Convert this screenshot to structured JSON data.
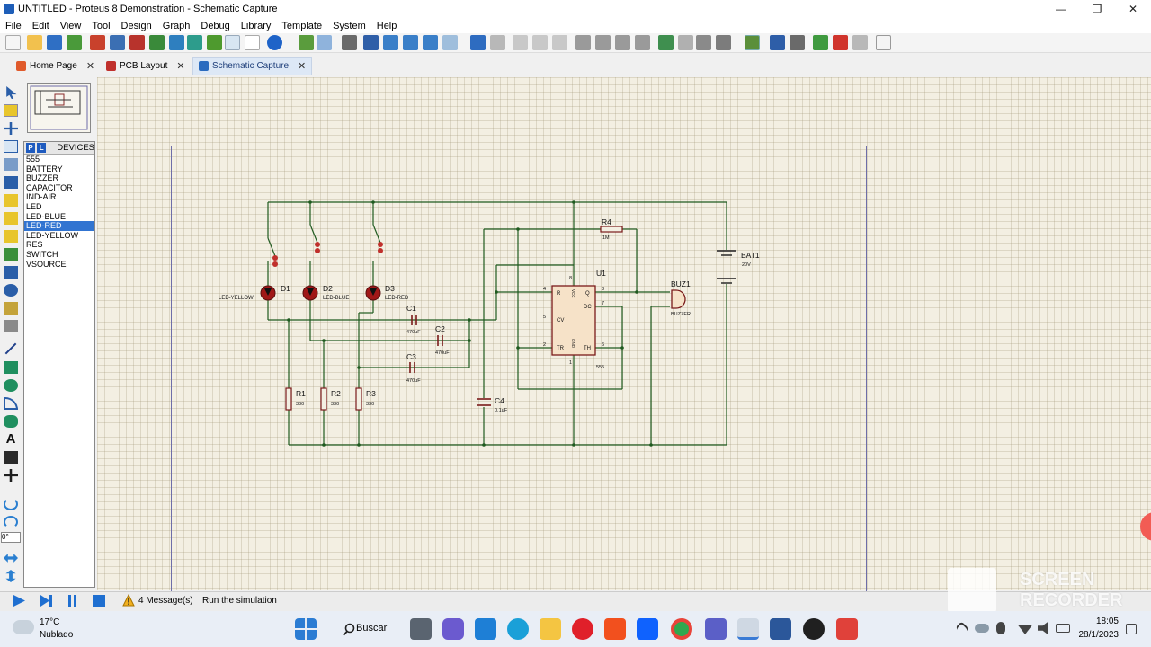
{
  "window": {
    "title": "UNTITLED - Proteus 8 Demonstration - Schematic Capture",
    "minimize": "—",
    "maximize": "❐",
    "close": "✕"
  },
  "menu": [
    "File",
    "Edit",
    "View",
    "Tool",
    "Design",
    "Graph",
    "Debug",
    "Library",
    "Template",
    "System",
    "Help"
  ],
  "tabs": [
    {
      "label": "Home Page",
      "close": "✕",
      "color": "#e05a2b"
    },
    {
      "label": "PCB Layout",
      "close": "✕",
      "color": "#c0302c"
    },
    {
      "label": "Schematic Capture",
      "close": "✕",
      "color": "#2a6bbf"
    }
  ],
  "devices": {
    "p_button": "P",
    "l_button": "L",
    "label": "DEVICES",
    "items": [
      "555",
      "BATTERY",
      "BUZZER",
      "CAPACITOR",
      "IND-AIR",
      "LED",
      "LED-BLUE",
      "LED-RED",
      "LED-YELLOW",
      "RES",
      "SWITCH",
      "VSOURCE"
    ],
    "selected": "LED-RED"
  },
  "rotation_field": "0°",
  "schematic": {
    "leds": [
      {
        "ref": "D1",
        "type": "LED-YELLOW"
      },
      {
        "ref": "D2",
        "type": "LED-BLUE"
      },
      {
        "ref": "D3",
        "type": "LED-RED"
      }
    ],
    "caps": [
      {
        "ref": "C1",
        "value": "470uF"
      },
      {
        "ref": "C2",
        "value": "470uF"
      },
      {
        "ref": "C3",
        "value": "470uF"
      },
      {
        "ref": "C4",
        "value": "0,1uF"
      }
    ],
    "resistors": [
      {
        "ref": "R1",
        "value": "330"
      },
      {
        "ref": "R2",
        "value": "330"
      },
      {
        "ref": "R3",
        "value": "330"
      },
      {
        "ref": "R4",
        "value": "1M"
      }
    ],
    "ic": {
      "ref": "U1",
      "type": "555",
      "pins": {
        "r": "R",
        "vcc": "VCC",
        "q": "Q",
        "dc": "DC",
        "cv": "CV",
        "gnd": "GND",
        "tr": "TR",
        "th": "TH"
      },
      "pin_numbers": {
        "r": "4",
        "vcc": "8",
        "q": "3",
        "dc": "7",
        "cv": "5",
        "gnd": "1",
        "tr": "2",
        "th": "6"
      }
    },
    "battery": {
      "ref": "BAT1",
      "value": "20V"
    },
    "buzzer": {
      "ref": "BUZ1",
      "type": "BUZZER"
    }
  },
  "status": {
    "messages": "4 Message(s)",
    "hint": "Run the simulation"
  },
  "taskbar": {
    "temperature": "17°C",
    "weather": "Nublado",
    "search": "Buscar",
    "time": "18:05",
    "date": "28/1/2023"
  },
  "watermark": {
    "line1": "SCREEN",
    "line2": "RECORDER"
  }
}
